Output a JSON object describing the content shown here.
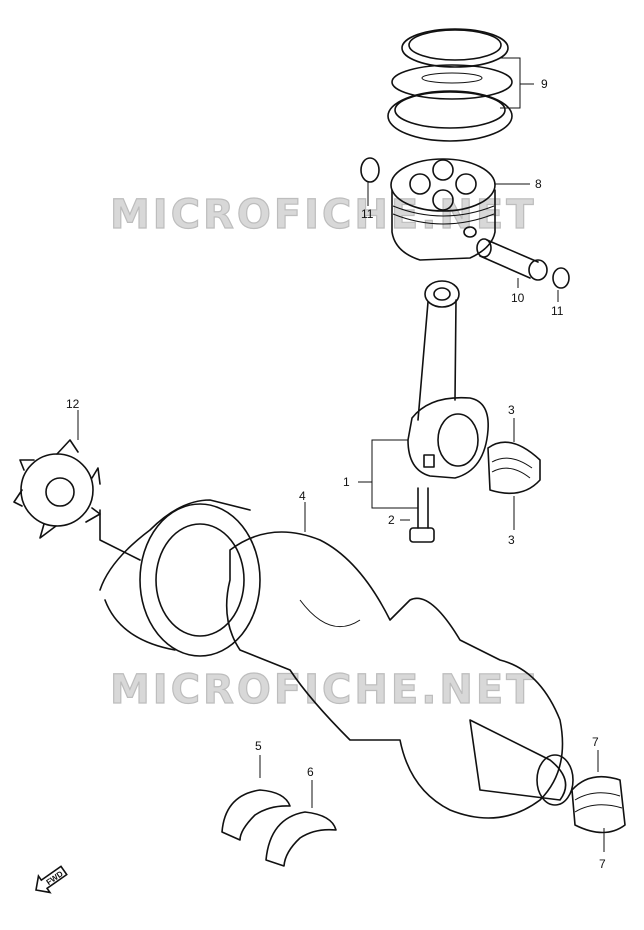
{
  "watermark": "MICROFICHE.NET",
  "fwd_label": "FWD",
  "callouts": [
    {
      "id": "c1",
      "text": "1"
    },
    {
      "id": "c2",
      "text": "2"
    },
    {
      "id": "c3a",
      "text": "3"
    },
    {
      "id": "c3b",
      "text": "3"
    },
    {
      "id": "c4",
      "text": "4"
    },
    {
      "id": "c5",
      "text": "5"
    },
    {
      "id": "c6",
      "text": "6"
    },
    {
      "id": "c7a",
      "text": "7"
    },
    {
      "id": "c7b",
      "text": "7"
    },
    {
      "id": "c8",
      "text": "8"
    },
    {
      "id": "c9",
      "text": "9"
    },
    {
      "id": "c10",
      "text": "10"
    },
    {
      "id": "c11a",
      "text": "11"
    },
    {
      "id": "c11b",
      "text": "11"
    },
    {
      "id": "c12",
      "text": "12"
    }
  ]
}
